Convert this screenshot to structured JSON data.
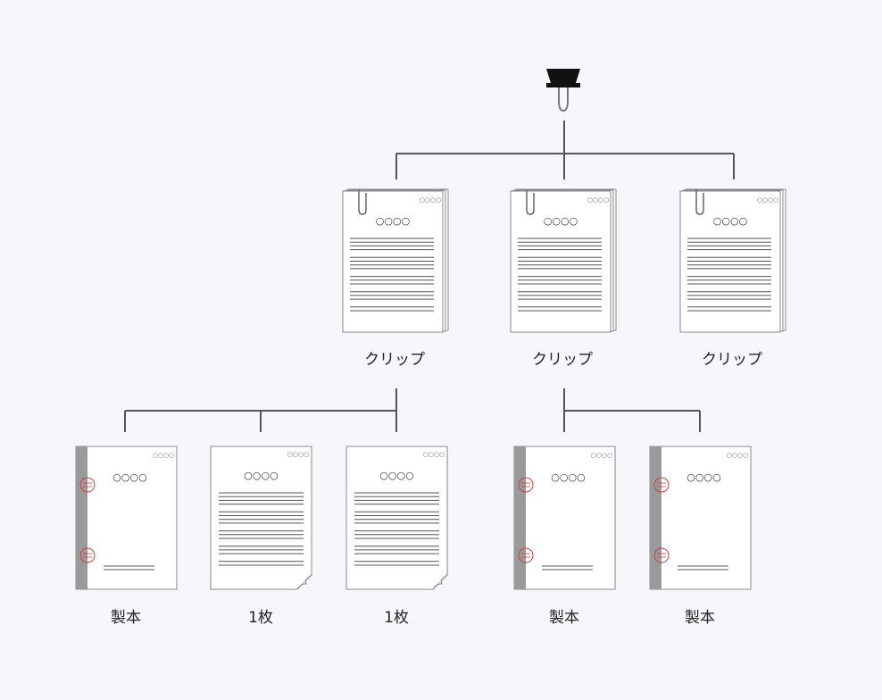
{
  "hierarchy": {
    "root": {
      "kind": "binder-clip"
    },
    "groups": [
      {
        "label": "クリップ",
        "kind": "clip-bundle",
        "cover_text": "○○○○",
        "corner_text": "○○○○",
        "children": [
          {
            "label": "製本",
            "kind": "bound-booklet",
            "cover_text": "○○○○",
            "corner_text": "○○○○"
          },
          {
            "label": "1枚",
            "kind": "single-sheet",
            "cover_text": "○○○○",
            "corner_text": "○○○○"
          },
          {
            "label": "1枚",
            "kind": "single-sheet",
            "cover_text": "○○○○",
            "corner_text": "○○○○"
          }
        ]
      },
      {
        "label": "クリップ",
        "kind": "clip-bundle",
        "cover_text": "○○○○",
        "corner_text": "○○○○",
        "children": [
          {
            "label": "製本",
            "kind": "bound-booklet",
            "cover_text": "○○○○",
            "corner_text": "○○○○"
          },
          {
            "label": "製本",
            "kind": "bound-booklet",
            "cover_text": "○○○○",
            "corner_text": "○○○○"
          }
        ]
      },
      {
        "label": "クリップ",
        "kind": "clip-bundle",
        "cover_text": "○○○○",
        "corner_text": "○○○○",
        "children": []
      }
    ]
  },
  "colors": {
    "connector": "#555555",
    "page_stroke": "#888888",
    "text_line": "#555555",
    "spine": "#9a9a9a",
    "seal": "#d23b3b",
    "clip": "#111111"
  }
}
